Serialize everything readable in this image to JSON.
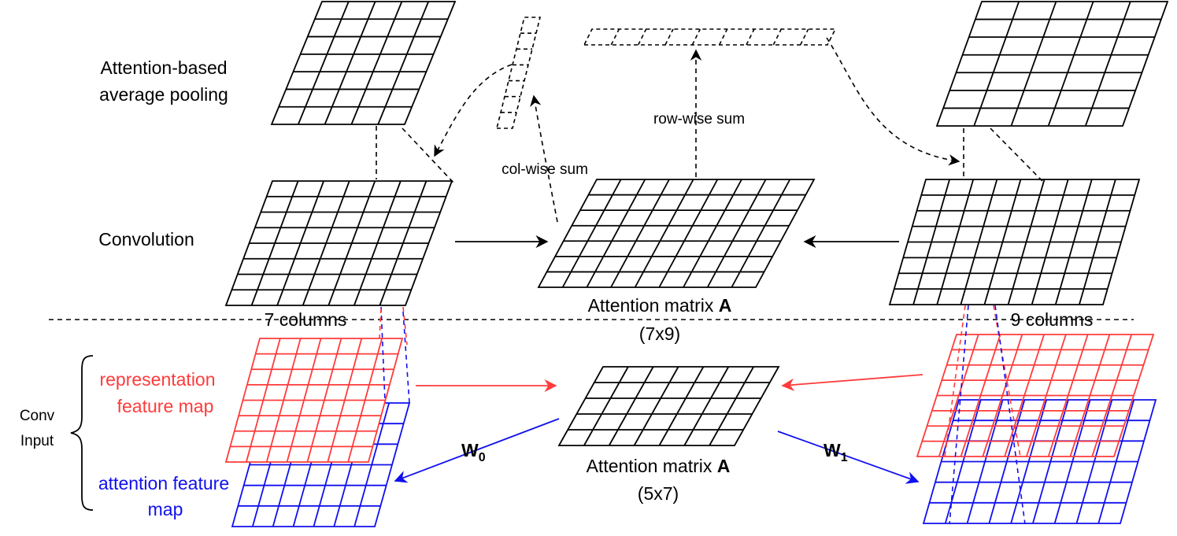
{
  "labels": {
    "attention_pooling_line1": "Attention-based",
    "attention_pooling_line2": "average pooling",
    "convolution": "Convolution",
    "col_wise_sum": "col-wise sum",
    "row_wise_sum": "row-wise sum",
    "seven_columns": "7 columns",
    "nine_columns": "9 columns",
    "attention_matrix_top": "Attention matrix ",
    "attention_matrix_top_bold": "A",
    "attention_matrix_top_size": "(7x9)",
    "attention_matrix_bottom": "Attention matrix ",
    "attention_matrix_bottom_bold": "A",
    "attention_matrix_bottom_size": "(5x7)",
    "representation_line1": "representation",
    "representation_line2": "feature map",
    "attention_fm_line1": "attention  feature",
    "attention_fm_line2": "map",
    "conv_input_line1": "Conv",
    "conv_input_line2": "Input",
    "w0": "W",
    "w0_sub": "0",
    "w1": "W",
    "w1_sub": "1"
  },
  "colors": {
    "black": "#000000",
    "red": "#ff3b3b",
    "blue": "#1010ee"
  },
  "grids": {
    "top_left_pooled": {
      "rows": 7,
      "cols": 5
    },
    "top_right_pooled": {
      "rows": 7,
      "cols": 5
    },
    "conv_left": {
      "rows": 8,
      "cols": 7
    },
    "conv_right": {
      "rows": 8,
      "cols": 9
    },
    "attention_matrix_top": {
      "rows": 7,
      "cols": 9
    },
    "attention_matrix_bottom": {
      "rows": 5,
      "cols": 7
    },
    "left_red": {
      "rows": 8,
      "cols": 7
    },
    "left_blue": {
      "rows": 6,
      "cols": 7
    },
    "right_red": {
      "rows": 8,
      "cols": 9
    },
    "right_blue": {
      "rows": 6,
      "cols": 9
    },
    "col_sum_vector": {
      "rows": 7,
      "cols": 1
    },
    "row_sum_vector": {
      "rows": 1,
      "cols": 9
    }
  }
}
